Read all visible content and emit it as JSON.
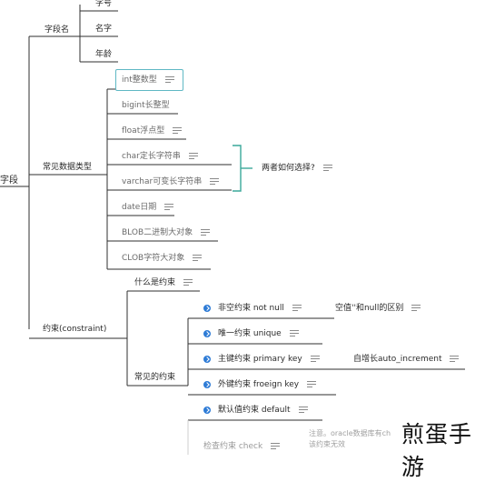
{
  "root": "字段",
  "fields": {
    "label": "字段名",
    "items": [
      "字号",
      "名字",
      "年龄"
    ]
  },
  "types": {
    "label": "常见数据类型",
    "items": [
      "int整数型",
      "bigint长整型",
      "float浮点型",
      "char定长字符串",
      "varchar可变长字符串",
      "date日期",
      "BLOB二进制大对象",
      "CLOB字符大对象"
    ],
    "summary": "两者如何选择?"
  },
  "constraints": {
    "label": "约束(constraint)",
    "what": "什么是约束",
    "common": "常见的约束",
    "items": [
      {
        "label": "非空约束  not null",
        "note": "空值''和null的区别"
      },
      {
        "label": "唯一约束  unique",
        "note": ""
      },
      {
        "label": "主键约束  primary key",
        "note": "自增长auto_increment"
      },
      {
        "label": "外键约束  froeign key",
        "note": ""
      },
      {
        "label": "默认值约束 default",
        "note": ""
      }
    ],
    "check": "检查约束 check",
    "check_note_1": "注意。oracle数据库有ch",
    "check_note_2": "该约束无效"
  },
  "watermark": "煎蛋手游",
  "colors": {
    "line": "#2f2f2f",
    "accent_green": "#3aa89a",
    "select_border": "#5fb8c4",
    "icon_blue": "#2d7bd6"
  }
}
